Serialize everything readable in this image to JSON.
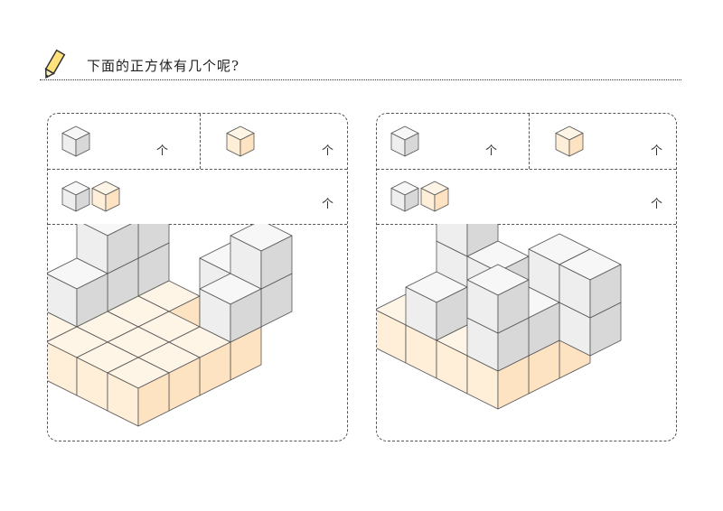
{
  "worksheet": {
    "title": "下面的正方体有几个呢?",
    "unit": "个"
  },
  "colors": {
    "white_cube_top": "#f7f7f7",
    "white_cube_left": "#eeeeee",
    "white_cube_right": "#d8d8d8",
    "orange_cube_top": "#fff5e6",
    "orange_cube_left": "#ffefd9",
    "orange_cube_right": "#fde3c1",
    "stroke": "#555555"
  },
  "panels": [
    {
      "rows": [
        {
          "icons": [
            "white-cube"
          ],
          "unit": "个"
        },
        {
          "icons": [
            "orange-cube"
          ],
          "unit": "个"
        },
        {
          "icons": [
            "white-cube",
            "orange-cube"
          ],
          "unit": "个"
        }
      ]
    },
    {
      "rows": [
        {
          "icons": [
            "white-cube"
          ],
          "unit": "个"
        },
        {
          "icons": [
            "orange-cube"
          ],
          "unit": "个"
        },
        {
          "icons": [
            "white-cube",
            "orange-cube"
          ],
          "unit": "个"
        }
      ]
    }
  ]
}
